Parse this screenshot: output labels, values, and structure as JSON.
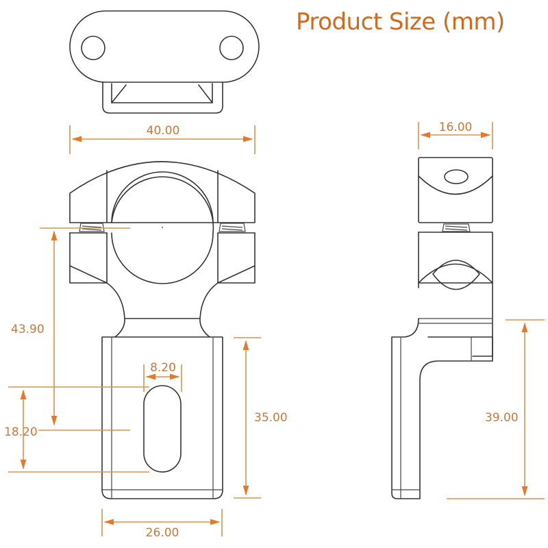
{
  "title": "Product Size (mm)",
  "colors": {
    "title": "#d2691e",
    "dimension_line": "#d9924a",
    "dimension_arrow": "#e8772a",
    "dimension_text": "#c8783a",
    "outline": "#333333"
  },
  "views": {
    "top_view": {
      "label": "top-view"
    },
    "front_view": {
      "label": "front-view"
    },
    "side_view": {
      "label": "side-view"
    }
  },
  "dimensions": {
    "clamp_width": "40.00",
    "side_depth": "16.00",
    "clamp_to_slot_height": "43.90",
    "slot_width": "8.20",
    "slot_length": "18.20",
    "plate_height": "35.00",
    "plate_width": "26.00",
    "side_plate_height": "39.00"
  }
}
